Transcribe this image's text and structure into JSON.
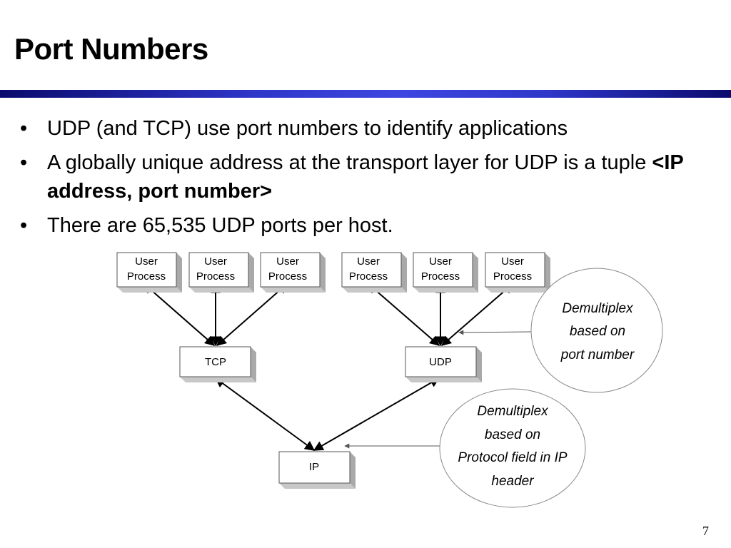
{
  "slide": {
    "title": "Port Numbers",
    "page_number": "7"
  },
  "bullets": [
    {
      "text": "UDP (and TCP) use port numbers to identify applications"
    },
    {
      "text": "A globally unique address at the transport layer for UDP is a tuple ",
      "bold": "<IP address, port number>"
    },
    {
      "text": "There are 65,535 UDP ports per host."
    }
  ],
  "diagram": {
    "process_boxes": [
      {
        "line1": "User",
        "line2": "Process"
      },
      {
        "line1": "User",
        "line2": "Process"
      },
      {
        "line1": "User",
        "line2": "Process"
      },
      {
        "line1": "User",
        "line2": "Process"
      },
      {
        "line1": "User",
        "line2": "Process"
      },
      {
        "line1": "User",
        "line2": "Process"
      }
    ],
    "tcp": "TCP",
    "udp": "UDP",
    "ip": "IP",
    "callout_port": {
      "line1": "Demultiplex",
      "line2": "based on",
      "line3": "port number"
    },
    "callout_protocol": {
      "line1": "Demultiplex",
      "line2": "based on",
      "line3": "Protocol field in IP",
      "line4": "header"
    }
  }
}
